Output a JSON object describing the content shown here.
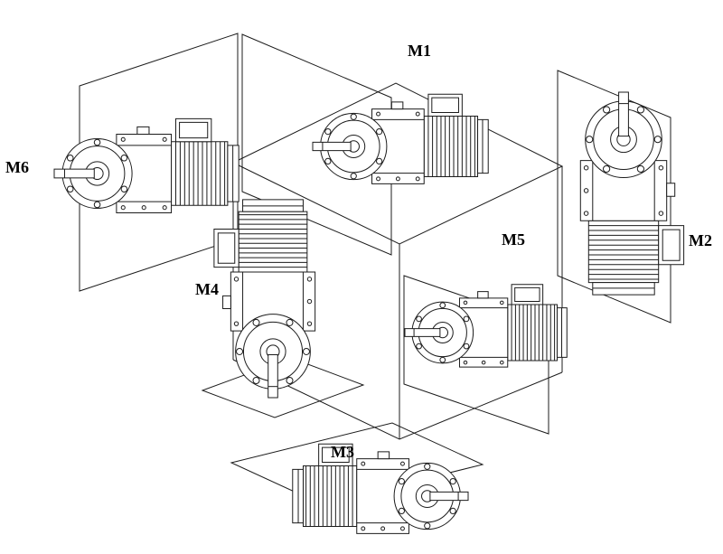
{
  "figure": {
    "positions": [
      {
        "id": "m1",
        "label": "M1"
      },
      {
        "id": "m2",
        "label": "M2"
      },
      {
        "id": "m3",
        "label": "M3"
      },
      {
        "id": "m4",
        "label": "M4"
      },
      {
        "id": "m5",
        "label": "M5"
      },
      {
        "id": "m6",
        "label": "M6"
      }
    ],
    "colors": {
      "line": "#1c1c1c",
      "background": "#ffffff"
    }
  }
}
